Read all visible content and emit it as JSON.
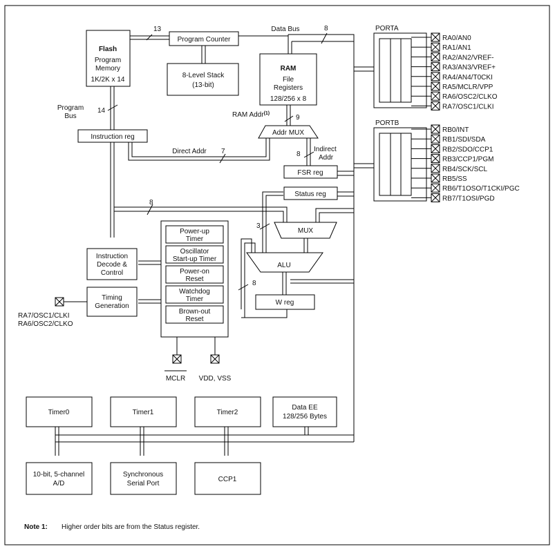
{
  "labels": {
    "flash_title": "Flash",
    "flash_line1": "Program",
    "flash_line2": "Memory",
    "flash_line3": "1K/2K x 14",
    "program_counter": "Program Counter",
    "stack_line1": "8-Level Stack",
    "stack_line2": "(13-bit)",
    "program_bus_1": "Program",
    "program_bus_2": "Bus",
    "instruction_reg": "Instruction reg",
    "direct_addr": "Direct Addr",
    "data_bus": "Data Bus",
    "ram_title": "RAM",
    "ram_line1": "File",
    "ram_line2": "Registers",
    "ram_line3": "128/256 x 8",
    "ram_addr": "RAM Addr",
    "ram_addr_note": "(1)",
    "addr_mux": "Addr MUX",
    "indirect_1": "Indirect",
    "indirect_2": "Addr",
    "fsr_reg": "FSR reg",
    "status_reg": "Status reg",
    "mux": "MUX",
    "alu": "ALU",
    "w_reg": "W reg",
    "decode_1": "Instruction",
    "decode_2": "Decode &",
    "decode_3": "Control",
    "timing_1": "Timing",
    "timing_2": "Generation",
    "osc_pin_1": "RA7/OSC1/CLKI",
    "osc_pin_2": "RA6/OSC2/CLKO",
    "mclr": "MCLR",
    "vdd_vss": "VDD, VSS",
    "porta": "PORTA",
    "portb": "PORTB",
    "timer0": "Timer0",
    "timer1": "Timer1",
    "timer2": "Timer2",
    "dataee_1": "Data EE",
    "dataee_2": "128/256 Bytes",
    "ad_1": "10-bit, 5-channel",
    "ad_2": "A/D",
    "ssp_1": "Synchronous",
    "ssp_2": "Serial Port",
    "ccp1": "CCP1",
    "note_label": "Note 1:",
    "note_text": "Higher order bits are from the Status register."
  },
  "bus_widths": {
    "pc_to_flash": "13",
    "data_bus": "8",
    "program_bus": "14",
    "ram_addr": "9",
    "direct_addr": "7",
    "indirect_addr": "8",
    "instr_to_mux": "8",
    "status_to_alu": "3",
    "alu_feedback": "8"
  },
  "timers": [
    {
      "l1": "Power-up",
      "l2": "Timer"
    },
    {
      "l1": "Oscillator",
      "l2": "Start-up Timer"
    },
    {
      "l1": "Power-on",
      "l2": "Reset"
    },
    {
      "l1": "Watchdog",
      "l2": "Timer"
    },
    {
      "l1": "Brown-out",
      "l2": "Reset"
    }
  ],
  "porta_pins": [
    "RA0/AN0",
    "RA1/AN1",
    "RA2/AN2/VREF-",
    "RA3/AN3/VREF+",
    "RA4/AN4/T0CKI",
    "RA5/MCLR/VPP",
    "RA6/OSC2/CLKO",
    "RA7/OSC1/CLKI"
  ],
  "portb_pins": [
    "RB0/INT",
    "RB1/SDI/SDA",
    "RB2/SDO/CCP1",
    "RB3/CCP1/PGM",
    "RB4/SCK/SCL",
    "RB5/SS",
    "RB6/T1OSO/T1CKI/PGC",
    "RB7/T1OSI/PGD"
  ]
}
